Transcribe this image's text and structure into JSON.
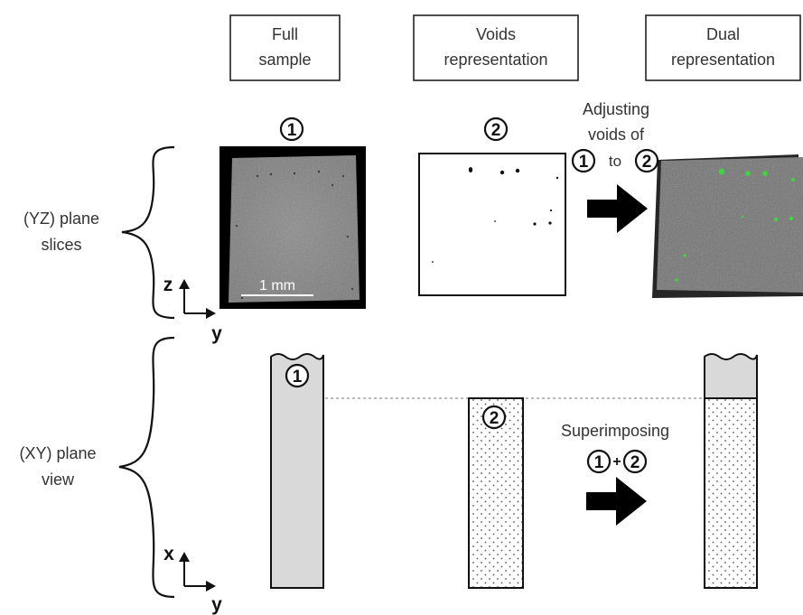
{
  "headers": {
    "full_line1": "Full",
    "full_line2": "sample",
    "voids_line1": "Voids",
    "voids_line2": "representation",
    "dual_line1": "Dual",
    "dual_line2": "representation"
  },
  "markers": {
    "one": "1",
    "two": "2"
  },
  "yz": {
    "label_line1": "(YZ) plane",
    "label_line2": "slices",
    "scale_bar": "1 mm",
    "axis_vertical": "z",
    "axis_horizontal": "y",
    "adjust_line1": "Adjusting",
    "adjust_line2": "voids of",
    "adjust_to": "to"
  },
  "xy": {
    "label_line1": "(XY) plane",
    "label_line2": "view",
    "axis_vertical": "x",
    "axis_horizontal": "y",
    "superimpose_label": "Superimposing",
    "plus": "+"
  },
  "colors": {
    "void_green": "#3dd63d",
    "full_fill": "#d9d9d9",
    "scan_gray": "#6e6e6e"
  }
}
